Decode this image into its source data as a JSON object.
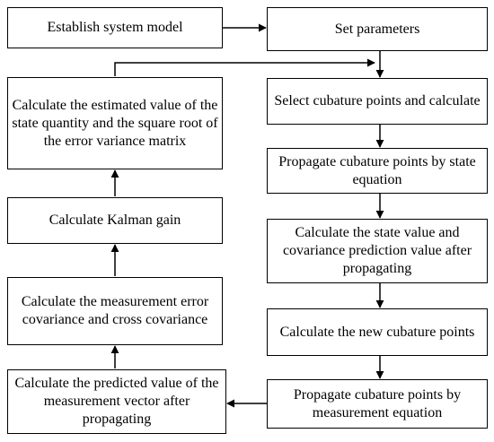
{
  "nodes": {
    "establish": "Establish system model",
    "set_params": "Set parameters",
    "select_cubature": "Select cubature points and calculate",
    "propagate_state": "Propagate cubature points by state equation",
    "calc_state_value": "Calculate the state value and covariance prediction value after propagating",
    "new_cubature": "Calculate the new cubature points",
    "propagate_measurement": "Propagate cubature points by measurement equation",
    "predicted_measurement": "Calculate the predicted value of the measurement vector after propagating",
    "measurement_error_cov": "Calculate the measurement error covariance and cross covariance",
    "kalman_gain": "Calculate Kalman gain",
    "estimated_value": "Calculate the estimated value of the state quantity and the square root of the error variance matrix"
  },
  "edges": [
    {
      "from": "establish",
      "to": "set_params"
    },
    {
      "from": "set_params",
      "to": "select_cubature"
    },
    {
      "from": "select_cubature",
      "to": "propagate_state"
    },
    {
      "from": "propagate_state",
      "to": "calc_state_value"
    },
    {
      "from": "calc_state_value",
      "to": "new_cubature"
    },
    {
      "from": "new_cubature",
      "to": "propagate_measurement"
    },
    {
      "from": "propagate_measurement",
      "to": "predicted_measurement"
    },
    {
      "from": "predicted_measurement",
      "to": "measurement_error_cov"
    },
    {
      "from": "measurement_error_cov",
      "to": "kalman_gain"
    },
    {
      "from": "kalman_gain",
      "to": "estimated_value"
    },
    {
      "from": "estimated_value",
      "to": "select_cubature"
    }
  ],
  "colors": {
    "stroke": "#000000",
    "fill": "#ffffff",
    "text": "#000000"
  }
}
